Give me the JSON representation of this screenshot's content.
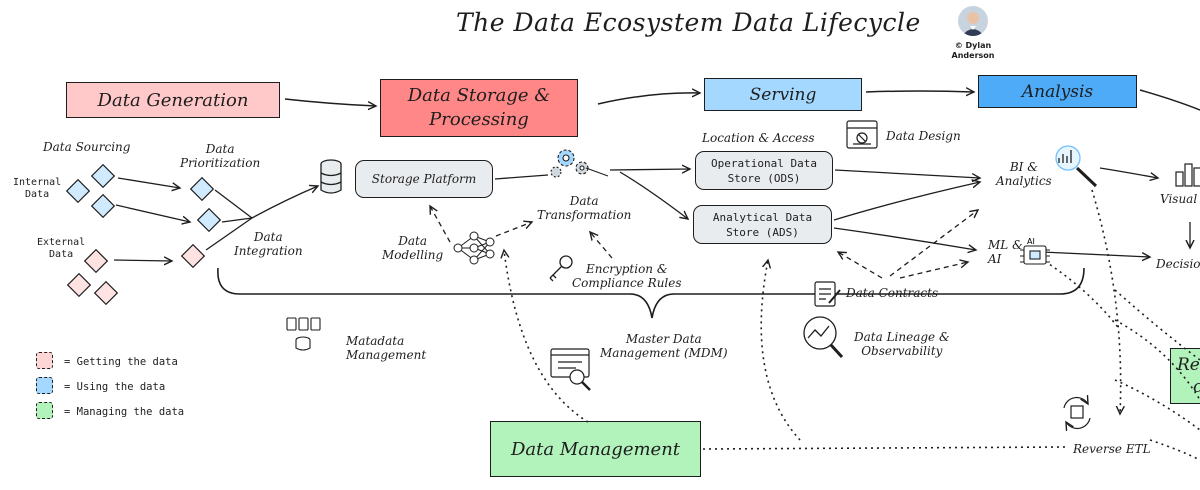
{
  "title": "The Data Ecosystem Data Lifecycle",
  "author": {
    "line1": "© Dylan",
    "line2": "Anderson"
  },
  "stages": {
    "generation": "Data Generation",
    "storage_line1": "Data Storage &",
    "storage_line2": "Processing",
    "serving": "Serving",
    "analysis": "Analysis",
    "management": "Data Management"
  },
  "nodes": {
    "sourcing": "Data Sourcing",
    "prioritization_line1": "Data",
    "prioritization_line2": "Prioritization",
    "internal_line1": "Internal",
    "internal_line2": "Data",
    "external_line1": "External",
    "external_line2": "Data",
    "integration_line1": "Data",
    "integration_line2": "Integration",
    "storage_platform": "Storage Platform",
    "modelling_line1": "Data",
    "modelling_line2": "Modelling",
    "transformation_line1": "Data",
    "transformation_line2": "Transformation",
    "encryption_line1": "Encryption &",
    "encryption_line2": "Compliance Rules",
    "location_access": "Location & Access",
    "data_design": "Data Design",
    "ods_line1": "Operational Data",
    "ods_line2": "Store (ODS)",
    "ads_line1": "Analytical Data",
    "ads_line2": "Store (ADS)",
    "contracts": "Data Contracts",
    "bi_line1": "BI &",
    "bi_line2": "Analytics",
    "ml_line1": "ML &",
    "ml_line2": "AI",
    "ai_badge": "AI",
    "visual": "Visual",
    "decision": "Decisio",
    "green_partial_line1": "Re",
    "green_partial_line2": "c",
    "metadata_line1": "Matadata",
    "metadata_line2": "Management",
    "mdm_line1": "Master Data",
    "mdm_line2": "Management (MDM)",
    "lineage_line1": "Data Lineage &",
    "lineage_line2": "Observability",
    "reverse_etl": "Reverse ETL"
  },
  "legend": [
    {
      "label": "= Getting the data",
      "color": "#ffd6d6"
    },
    {
      "label": "= Using the data",
      "color": "#a5d8ff"
    },
    {
      "label": "= Managing the data",
      "color": "#b2f2bb"
    }
  ],
  "colors": {
    "generation": "#ffc9c9",
    "storage": "#ff8787",
    "serving": "#a5d8ff",
    "analysis": "#4dabf7",
    "management": "#b2f2bb",
    "green_partial": "#b2f2bb",
    "grey_box": "#e9ecef",
    "diamond_blue": "#d0ebff",
    "diamond_pink": "#ffe3e3"
  },
  "icons": [
    "database-icon",
    "gears-icon",
    "neural-network-icon",
    "key-icon",
    "data-design-icon",
    "contract-icon",
    "bi-magnifier-icon",
    "ai-chip-icon",
    "bar-chart-icon",
    "metadata-icon",
    "mdm-icon",
    "lineage-icon",
    "reverse-etl-icon",
    "author-avatar"
  ]
}
